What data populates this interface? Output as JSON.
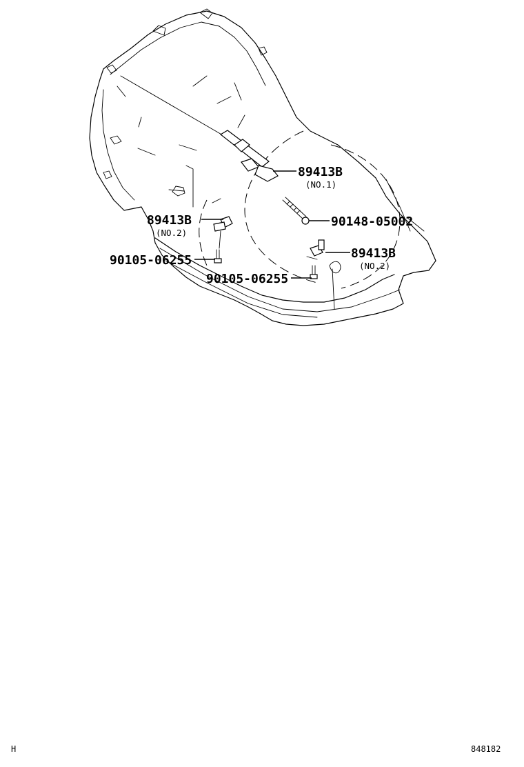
{
  "callouts": [
    {
      "part_no": "89413B",
      "sub": "(NO.1)"
    },
    {
      "part_no": "90148-05002",
      "sub": ""
    },
    {
      "part_no": "89413B",
      "sub": "(NO.2)"
    },
    {
      "part_no": "90105-06255",
      "sub": ""
    },
    {
      "part_no": "89413B",
      "sub": "(NO.2)"
    },
    {
      "part_no": "90105-06255",
      "sub": ""
    }
  ],
  "footer": {
    "left_code": "H",
    "right_code": "848182"
  }
}
